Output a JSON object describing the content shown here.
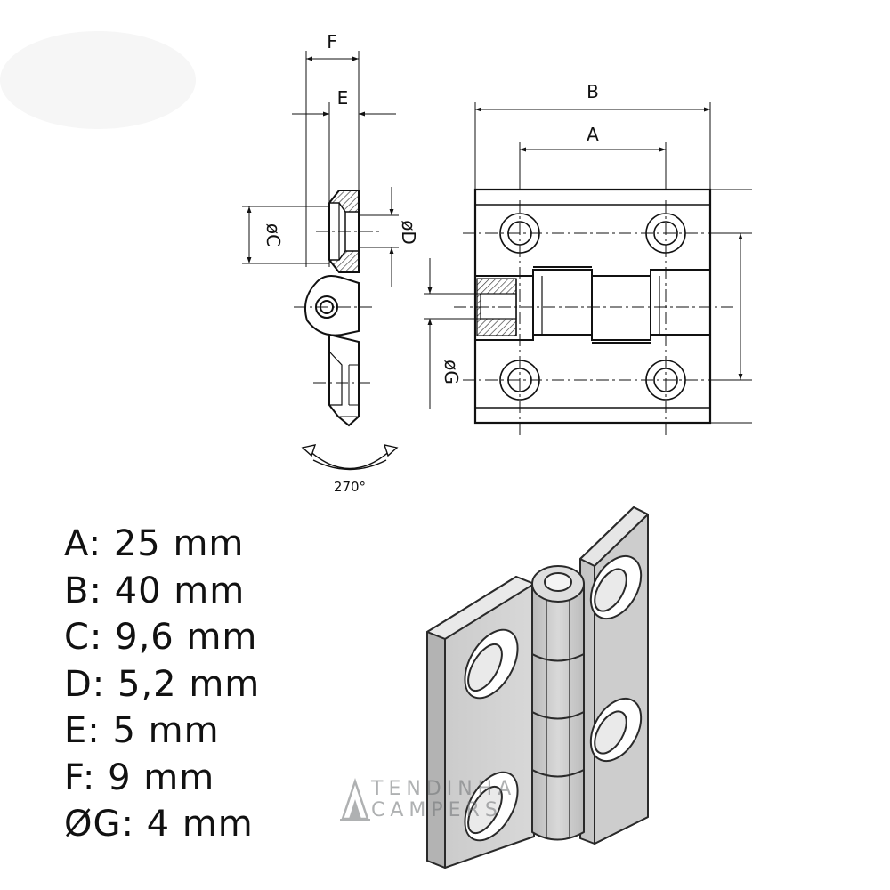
{
  "drawing": {
    "dim_F": "F",
    "dim_E": "E",
    "dim_B": "B",
    "dim_A": "A",
    "dim_C": "øC",
    "dim_D": "øD",
    "dim_G": "øG",
    "rotation": "270°"
  },
  "specs": [
    "A: 25 mm",
    "B: 40 mm",
    "C: 9,6 mm",
    "D: 5,2 mm",
    "E: 5 mm",
    "F: 9 mm",
    "ØG: 4 mm"
  ],
  "watermark": {
    "line1": "TENDINHA",
    "line2": "CAMPERS"
  }
}
